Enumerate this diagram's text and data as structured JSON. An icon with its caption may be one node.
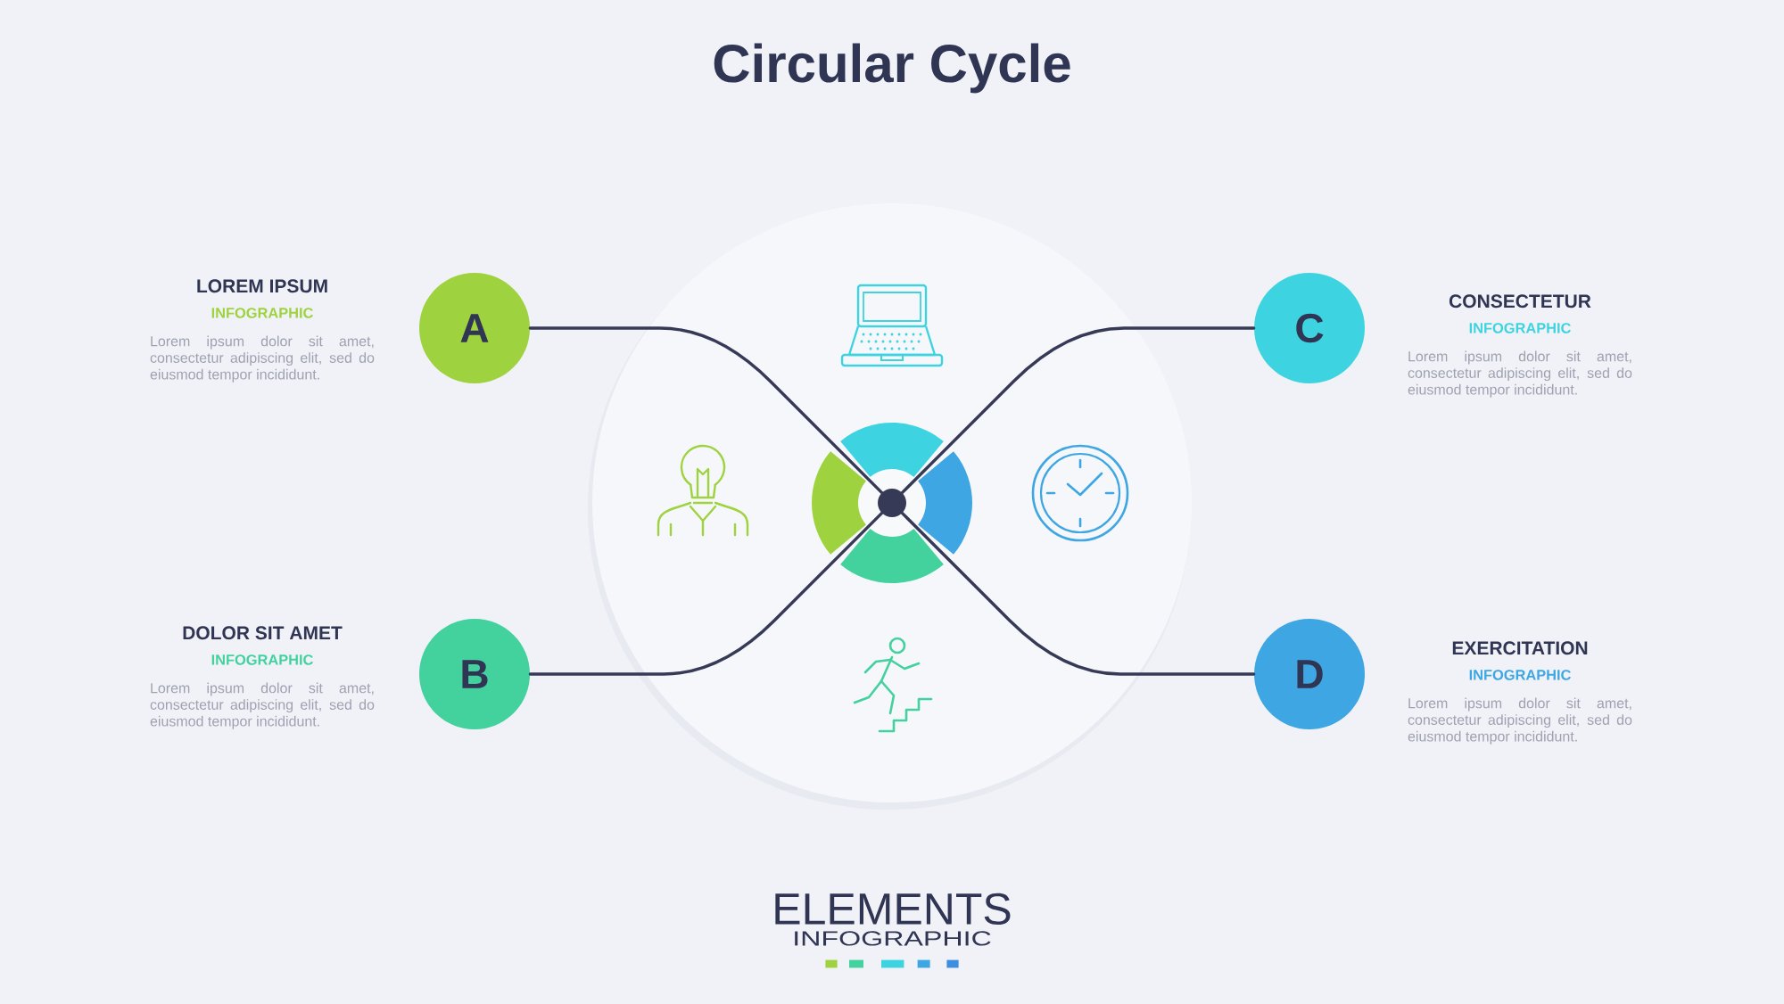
{
  "diagram": {
    "title": "Circular Cycle",
    "nodes": [
      {
        "text": [
          "A"
        ],
        "beside": [
          "LOREM IPSUM",
          "INFOGRAPHIC",
          "Lorem ipsum dolor sit amet, consectetur adipiscing elit, sed do eiusmod tempor incididunt."
        ]
      },
      {
        "text": [
          "B"
        ],
        "beside": [
          "DOLOR SIT AMET",
          "INFOGRAPHIC",
          "Lorem ipsum dolor sit amet, consectetur adipiscing elit, sed do eiusmod tempor incididunt."
        ]
      },
      {
        "text": [
          "C"
        ],
        "beside": [
          "CONSECTETUR",
          "INFOGRAPHIC",
          "Lorem ipsum dolor sit amet, consectetur adipiscing elit, sed do eiusmod tempor incididunt."
        ]
      },
      {
        "text": [
          "D"
        ],
        "beside": [
          "EXERCITATION",
          "INFOGRAPHIC",
          "Lorem ipsum dolor sit amet, consectetur adipiscing elit, sed do eiusmod tempor incididunt."
        ]
      },
      {
        "text": [],
        "shape": "circle"
      }
    ],
    "edges": [
      {
        "from": 0,
        "to": 4,
        "arrow": "none"
      },
      {
        "from": 1,
        "to": 4,
        "arrow": "none"
      },
      {
        "from": 2,
        "to": 4,
        "arrow": "none"
      },
      {
        "from": 3,
        "to": 4,
        "arrow": "none"
      }
    ],
    "labels": [
      "ELEMENTS",
      "INFOGRAPHIC"
    ]
  }
}
